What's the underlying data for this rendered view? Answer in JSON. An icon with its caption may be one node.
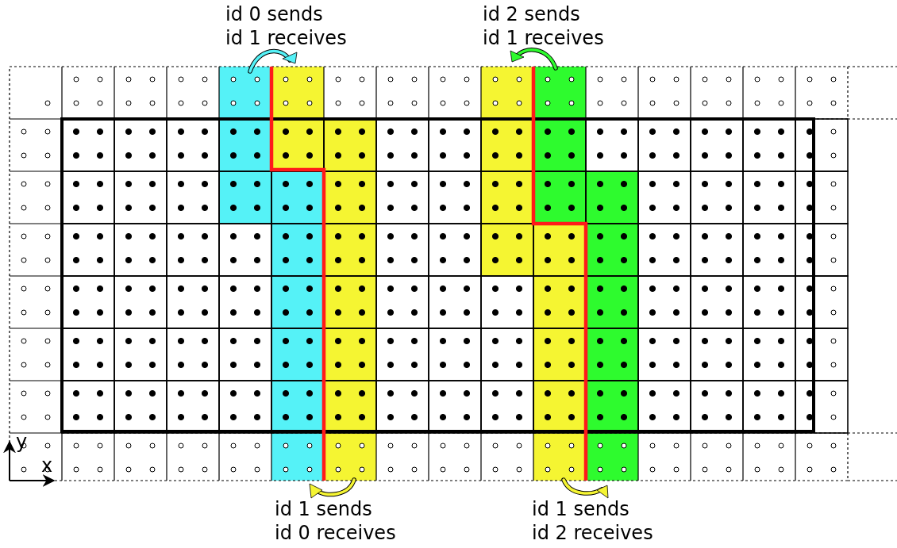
{
  "diagram": {
    "labels": [
      "id 0 sends",
      "id 1 receives",
      "id 2 sends",
      "id 1 receives",
      "y",
      "x",
      "id 1 sends",
      "id 0 receives",
      "id 1 sends",
      "id 2 receives"
    ]
  }
}
